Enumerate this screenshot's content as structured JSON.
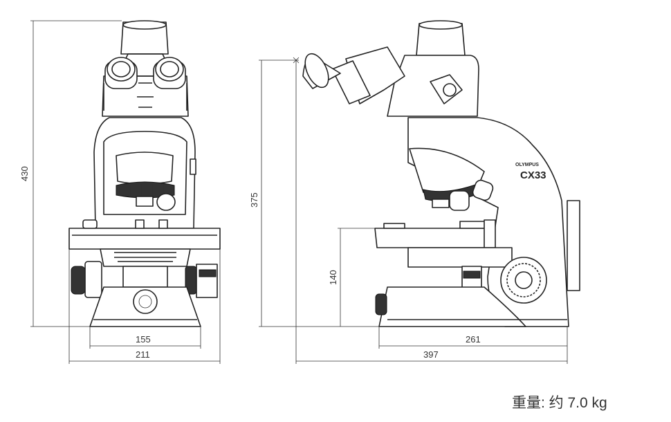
{
  "dimensions": {
    "front_height": "430",
    "front_base_width": "155",
    "front_stage_width": "211",
    "side_height": "375",
    "side_stage_height": "140",
    "side_base_depth": "261",
    "side_total_depth": "397"
  },
  "logo": {
    "brand": "OLYMPUS",
    "model": "CX33"
  },
  "weight": "重量: 约 7.0 kg"
}
